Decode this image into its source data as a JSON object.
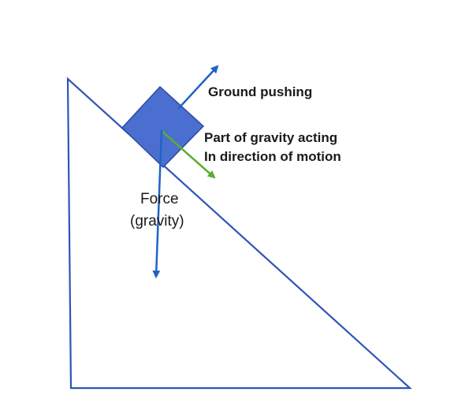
{
  "labels": {
    "ground": "Ground pushing",
    "gravity_part_line1": "Part of gravity acting",
    "gravity_part_line2": "In direction of motion",
    "force_line1": "Force",
    "force_line2": "(gravity)"
  },
  "colors": {
    "incline_stroke": "#2e55b8",
    "block_fill": "#4a6fd0",
    "block_stroke": "#2e4a9c",
    "arrow_blue": "#1f63c6",
    "arrow_green": "#5aae32"
  }
}
